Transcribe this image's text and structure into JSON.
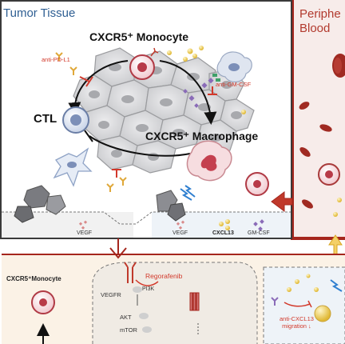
{
  "panels": {
    "tumor_tissue": "Tumor Tissue",
    "peripheral_blood_line1": "Periphe",
    "peripheral_blood_line2": "Blood"
  },
  "cells": {
    "cxcr5_monocyte": "CXCR5⁺ Monocyte",
    "ctl": "CTL",
    "cxcr5_macrophage": "CXCR5⁺ Macrophage"
  },
  "antibodies": {
    "anti_pdl1": "anti-PD-L1",
    "anti_gmcsf": "anti-GM-CSF",
    "anti_cxcl13_line1": "anti-CXCL13",
    "anti_cxcl13_line2": "migration ↓"
  },
  "cytokines": {
    "vegf_left": "VEGF",
    "vegf_right": "VEGF",
    "cxcl13": "CXCL13",
    "gmcsf": "GM-CSF"
  },
  "signaling": {
    "bottom_left_label": "CXCR5⁺Monocyte",
    "regorafenib": "Regorafenib",
    "vegfr": "VEGFR",
    "pi3k": "PI3K",
    "akt": "AKT",
    "mtor": "mTOR"
  },
  "colors": {
    "tissue_border": "#3a3a3a",
    "blood_red": "#a5261d",
    "blood_bg": "#f7ecea",
    "bottom_bg": "#fbf2e6",
    "right_panel_bg": "#eef3f8",
    "inhibit_red": "#d2392b",
    "tumor_cell": "#d9dadc"
  }
}
